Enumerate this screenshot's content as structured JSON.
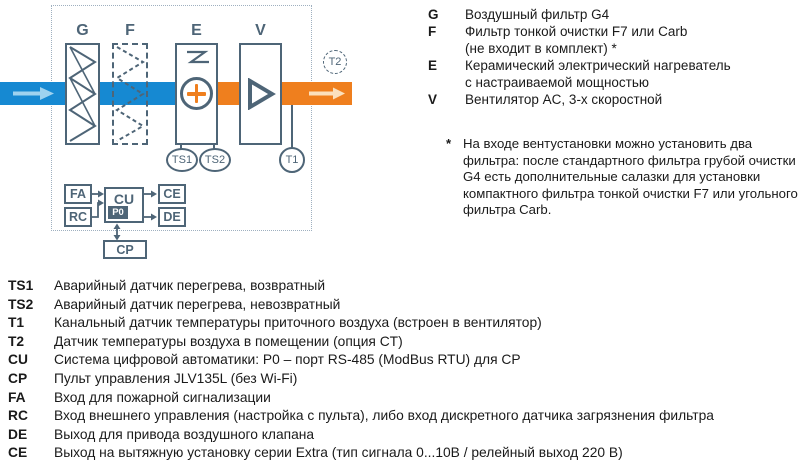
{
  "colors": {
    "flow_in_blue": "#1689d2",
    "flow_out_orange": "#ef7f1e",
    "outline_slate": "#4e6577",
    "dashed_border_gray": "#9fb0c0"
  },
  "diagram": {
    "component_g": "G",
    "component_f": "F",
    "component_e": "E",
    "component_v": "V",
    "sensor_ts1": "TS1",
    "sensor_ts2": "TS2",
    "sensor_t1": "T1",
    "sensor_t2": "T2",
    "ctrl_fa": "FA",
    "ctrl_rc": "RC",
    "ctrl_cu": "CU",
    "ctrl_p0": "P0",
    "ctrl_ce": "CE",
    "ctrl_de": "DE",
    "ctrl_cp": "CP"
  },
  "legend": {
    "items": [
      {
        "label": "G",
        "text": "Воздушный фильтр G4"
      },
      {
        "label": "F",
        "text": "Фильтр тонкой очистки F7 или Carb\n(не входит в комплект) *"
      },
      {
        "label": "E",
        "text": "Керамический электрический нагреватель\nс настраиваемой мощностью"
      },
      {
        "label": "V",
        "text": "Вентилятор AC, 3-х скоростной"
      }
    ],
    "note_marker": "*",
    "note": "На входе вентустановки можно установить два фильтра: после стандартного фильтра грубой очистки G4 есть дополнительные салазки для установки компактного фильтра тонкой очистки F7 или угольного фильтра Carb."
  },
  "spec_list": {
    "items": [
      {
        "label": "TS1",
        "text": "Аварийный датчик перегрева, возвратный"
      },
      {
        "label": "TS2",
        "text": "Аварийный датчик перегрева, невозвратный"
      },
      {
        "label": "T1",
        "text": "Канальный датчик температуры приточного воздуха (встроен в вентилятор)"
      },
      {
        "label": "T2",
        "text": "Датчик температуры воздуха в помещении (опция CT)"
      },
      {
        "label": "CU",
        "text": "Система цифровой автоматики: P0 – порт RS-485 (ModBus RTU) для CP"
      },
      {
        "label": "CP",
        "text": "Пульт управления JLV135L (без Wi-Fi)"
      },
      {
        "label": "FA",
        "text": "Вход для пожарной сигнализации"
      },
      {
        "label": "RC",
        "text": "Вход внешнего управления (настройка с пульта), либо вход дискретного датчика загрязнения фильтра"
      },
      {
        "label": "DE",
        "text": "Выход для привода воздушного клапана"
      },
      {
        "label": "CE",
        "text": "Выход на вытяжную установку серии Extra (тип сигнала 0...10В / релейный выход 220 В)"
      }
    ]
  }
}
